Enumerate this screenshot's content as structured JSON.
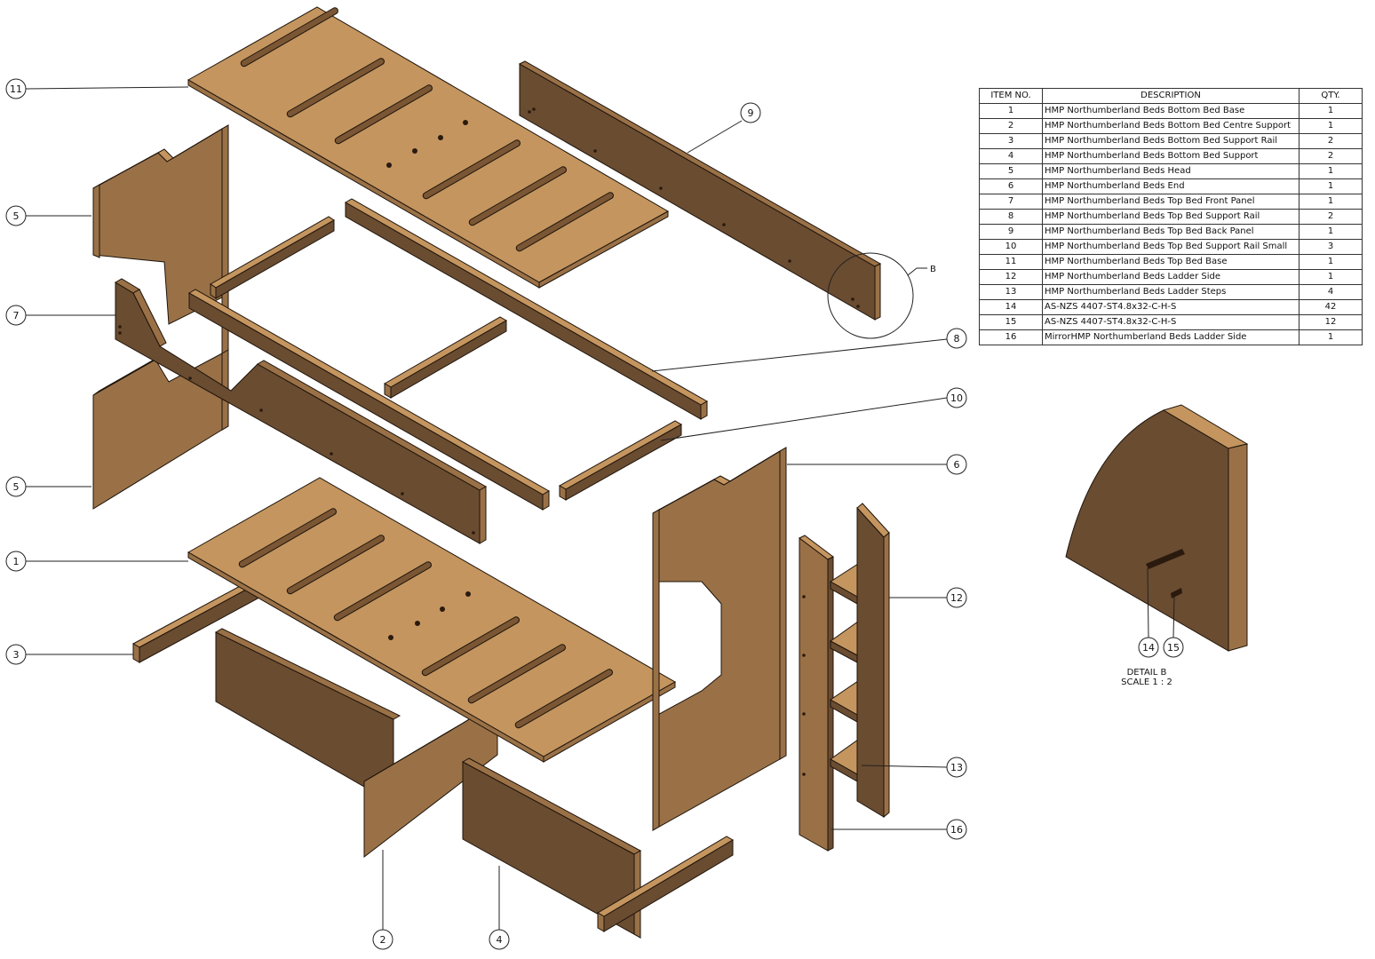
{
  "bom": {
    "headers": {
      "item": "ITEM NO.",
      "description": "DESCRIPTION",
      "qty": "QTY."
    },
    "rows": [
      {
        "item": "1",
        "description": "HMP Northumberland Beds Bottom Bed Base",
        "qty": "1"
      },
      {
        "item": "2",
        "description": "HMP Northumberland Beds Bottom Bed Centre Support",
        "qty": "1"
      },
      {
        "item": "3",
        "description": "HMP Northumberland Beds Bottom Bed Support Rail",
        "qty": "2"
      },
      {
        "item": "4",
        "description": "HMP Northumberland Beds Bottom Bed Support",
        "qty": "2"
      },
      {
        "item": "5",
        "description": "HMP Northumberland Beds Head",
        "qty": "1"
      },
      {
        "item": "6",
        "description": "HMP Northumberland Beds End",
        "qty": "1"
      },
      {
        "item": "7",
        "description": "HMP Northumberland Beds Top Bed Front Panel",
        "qty": "1"
      },
      {
        "item": "8",
        "description": "HMP Northumberland Beds Top Bed Support Rail",
        "qty": "2"
      },
      {
        "item": "9",
        "description": "HMP Northumberland Beds Top Bed Back Panel",
        "qty": "1"
      },
      {
        "item": "10",
        "description": "HMP Northumberland Beds Top Bed Support Rail Small",
        "qty": "3"
      },
      {
        "item": "11",
        "description": "HMP Northumberland Beds Top Bed Base",
        "qty": "1"
      },
      {
        "item": "12",
        "description": "HMP Northumberland Beds Ladder Side",
        "qty": "1"
      },
      {
        "item": "13",
        "description": "HMP Northumberland Beds Ladder Steps",
        "qty": "4"
      },
      {
        "item": "14",
        "description": "AS-NZS 4407-ST4.8x32-C-H-S",
        "qty": "42"
      },
      {
        "item": "15",
        "description": "AS-NZS 4407-ST4.8x32-C-H-S",
        "qty": "12"
      },
      {
        "item": "16",
        "description": "MirrorHMP Northumberland Beds Ladder Side",
        "qty": "1"
      }
    ]
  },
  "balloons": {
    "b11": "11",
    "b5a": "5",
    "b7": "7",
    "b5b": "5",
    "b1": "1",
    "b3": "3",
    "b2": "2",
    "b4": "4",
    "b9": "9",
    "b8": "8",
    "b10": "10",
    "b6": "6",
    "b12": "12",
    "b13": "13",
    "b16": "16",
    "b14": "14",
    "b15": "15"
  },
  "detail": {
    "marker": "B",
    "title": "DETAIL B",
    "scale": "SCALE 1 : 2"
  },
  "colors": {
    "top_face": "#c4955f",
    "side_face": "#9a7147",
    "dark_face": "#6a4c31",
    "edge": "#1e140b"
  }
}
